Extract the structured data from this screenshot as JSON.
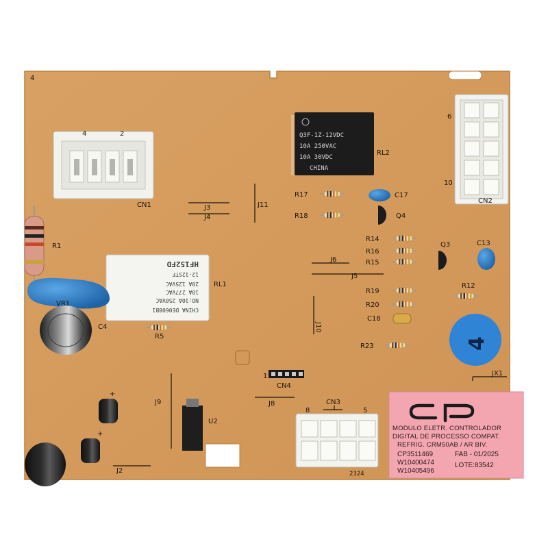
{
  "board": {
    "corner_mark": "4",
    "colors": {
      "pcb": "#d49a5c",
      "pcb_edge": "#c98d50",
      "silkscreen": "#1e1408",
      "connector_white": "#f2f2ee",
      "relay_black": "#1c1c1c",
      "cap_blue": "#2f7fc4",
      "label_pink": "#f4a6b0"
    }
  },
  "connectors": {
    "cn1": {
      "label": "CN1",
      "pin_a": "4",
      "pin_b": "2"
    },
    "cn2": {
      "label": "CN2",
      "pin_top": "6",
      "pin_bottom": "10"
    },
    "cn3": {
      "label": "CN3",
      "pin_left": "8",
      "pin_right": "5"
    },
    "cn4": {
      "label": "CN4",
      "pin_one": "1"
    }
  },
  "relays": {
    "rl1": {
      "label": "RL1",
      "lines": [
        "CHINA DE0608B1",
        "NO:10A 250VAC",
        "10A 277VAC",
        "20A 125VAC",
        "12-12STF",
        "HF152FD"
      ]
    },
    "rl2": {
      "label": "RL2",
      "lines": [
        "Q3F-1Z-12VDC",
        "10A 250VAC",
        "10A 30VDC",
        "CHINA"
      ]
    }
  },
  "silkscreen": {
    "R1": "R1",
    "R5": "R5",
    "R12": "R12",
    "R14": "R14",
    "R15": "R15",
    "R16": "R16",
    "R17": "R17",
    "R18": "R18",
    "R19": "R19",
    "R20": "R20",
    "R23": "R23",
    "C4": "C4",
    "C13": "C13",
    "C17": "C17",
    "C18": "C18",
    "Q3": "Q3",
    "Q4": "Q4",
    "U2": "U2",
    "VR1": "VR1",
    "J2": "J2",
    "J3": "J3",
    "J4": "J4",
    "J5": "J5",
    "J6": "J6",
    "J8": "J8",
    "J9": "J9",
    "J10": "J10",
    "J11": "J11",
    "JX1": "JX1",
    "board_number": "2324"
  },
  "blue_badge": "4",
  "product_label": {
    "logo": "cp",
    "lines": [
      "MODULO ELETR. CONTROLADOR",
      "DIGITAL DE PROCESSO COMPAT.",
      "REFRIG. CRM50AB / AR  BIV."
    ],
    "part_code": "CP3511469",
    "fab": "FAB - 01/2025",
    "ref_1": "W10400474",
    "lote": "LOTE:83542",
    "ref_2": "W10405496"
  }
}
